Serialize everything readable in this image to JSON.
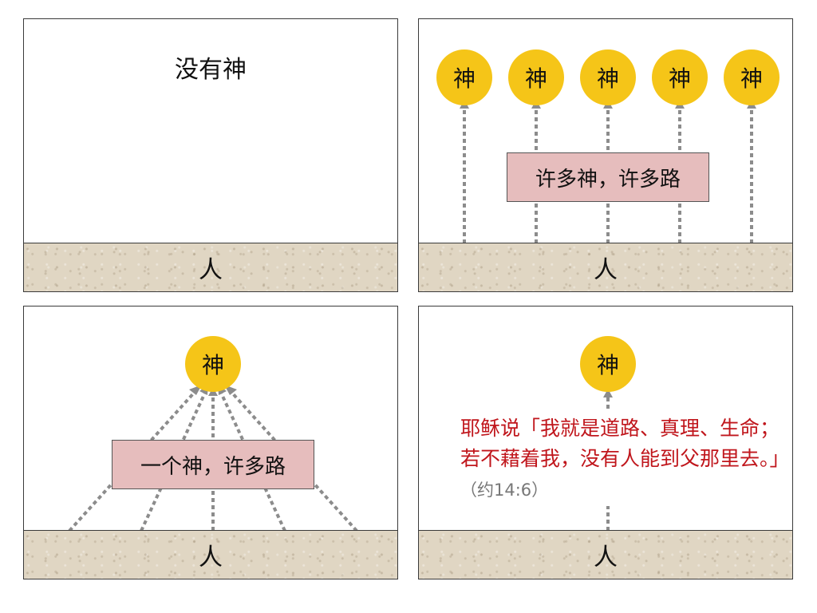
{
  "panels": {
    "p1": {
      "title": "没有神",
      "person": "人"
    },
    "p2": {
      "god": "神",
      "gods_count": 5,
      "label": "许多神，许多路",
      "person": "人"
    },
    "p3": {
      "god": "神",
      "label": "一个神，许多路",
      "person": "人"
    },
    "p4": {
      "god": "神",
      "quote": "耶稣说「我就是道路、真理、生命；若不藉着我，没有人能到父那里去。」",
      "reference": "（约14:6）",
      "person": "人"
    }
  },
  "colors": {
    "god": "#f5c518",
    "label_box": "#e6bdbd",
    "ground": "#e0d6c3",
    "arrow": "#8c8c8c",
    "quote": "#c0161c"
  }
}
